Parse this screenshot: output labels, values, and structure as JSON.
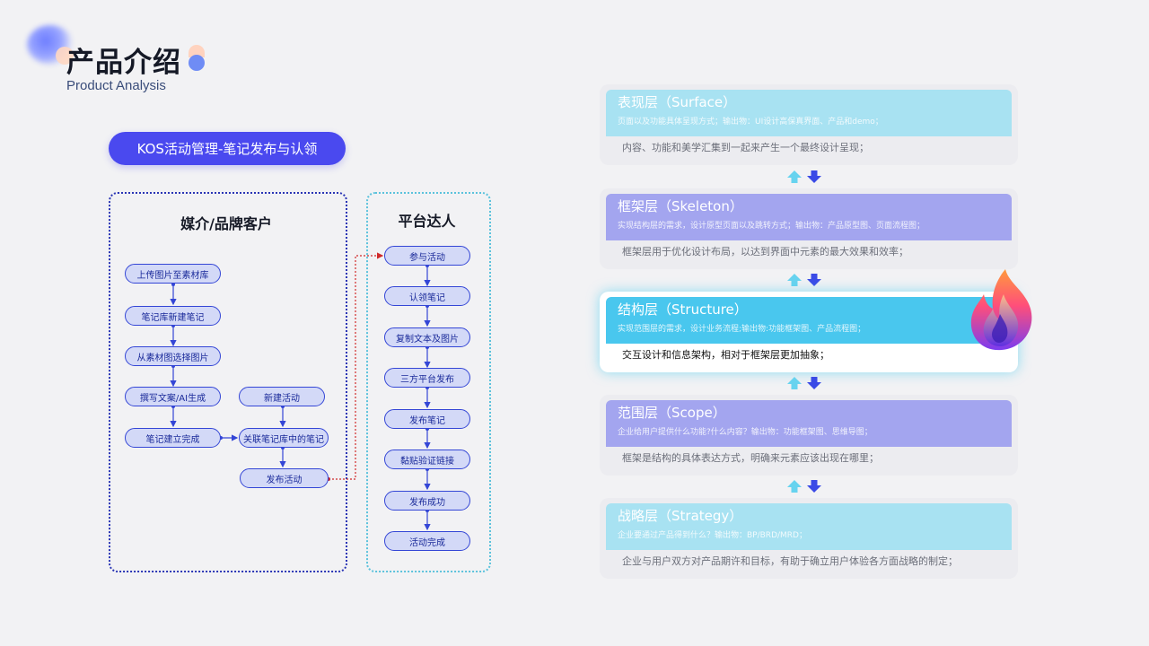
{
  "header": {
    "title": "产品介绍",
    "subtitle": "Product Analysis"
  },
  "process": {
    "section_label": "KOS活动管理-笔记发布与认领",
    "lanes": [
      {
        "title": "媒介/品牌客户"
      },
      {
        "title": "平台达人"
      }
    ],
    "media_steps": [
      "上传图片至素材库",
      "笔记库新建笔记",
      "从素材图选择图片",
      "撰写文案/AI生成",
      "笔记建立完成"
    ],
    "campaign_steps": [
      "新建活动",
      "关联笔记库中的笔记",
      "发布活动"
    ],
    "creator_steps": [
      "参与活动",
      "认领笔记",
      "复制文本及图片",
      "三方平台发布",
      "发布笔记",
      "黏贴验证链接",
      "发布成功",
      "活动完成"
    ]
  },
  "layers": [
    {
      "name": "表现层（Surface）",
      "meta": "页面以及功能具体呈现方式；输出物：UI设计高保真界面、产品和demo；",
      "desc": "内容、功能和美学汇集到一起来产生一个最终设计呈现；",
      "color": "#a8e2f2"
    },
    {
      "name": "框架层（Skeleton）",
      "meta": "实现结构层的需求，设计原型页面以及跳转方式；输出物：产品原型图、页面流程图；",
      "desc": "框架层用于优化设计布局，以达到界面中元素的最大效果和效率；",
      "color": "#a3a5ef"
    },
    {
      "name": "结构层（Structure）",
      "meta": "实现范围层的需求，设计业务流程;输出物:功能框架图、产品流程图；",
      "desc": "交互设计和信息架构，相对于框架层更加抽象；",
      "color": "#49c7ee"
    },
    {
      "name": "范围层（Scope）",
      "meta": "企业给用户提供什么功能?什么内容？输出物：功能框架图、思维导图；",
      "desc": "框架是结构的具体表达方式，明确来元素应该出现在哪里；",
      "color": "#a3a5ef"
    },
    {
      "name": "战略层（Strategy）",
      "meta": "企业要通过产品得到什么？输出物：BP/BRD/MRD；",
      "desc": "企业与用户双方对产品期许和目标，有助于确立用户体验各方面战略的制定；",
      "color": "#a8e2f2"
    }
  ],
  "colors": {
    "accent": "#4a49ef",
    "arrow_up": "#67d3ef",
    "arrow_down": "#3a4ae6"
  }
}
